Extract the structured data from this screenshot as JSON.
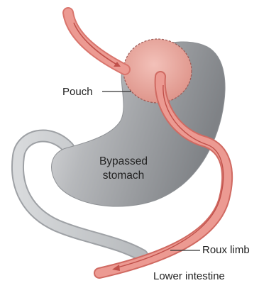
{
  "labels": {
    "pouch": "Pouch",
    "bypassed_stomach_line1": "Bypassed",
    "bypassed_stomach_line2": "stomach",
    "roux_limb": "Roux limb",
    "lower_intestine": "Lower intestine"
  },
  "colors": {
    "stomach": "#9c9fa3",
    "stomach_highlight": "#d6d8da",
    "intestine_gray": "#c9cccf",
    "pouch": "#e8a79f",
    "limb": "#e88d84",
    "arrow": "#c0504a"
  }
}
